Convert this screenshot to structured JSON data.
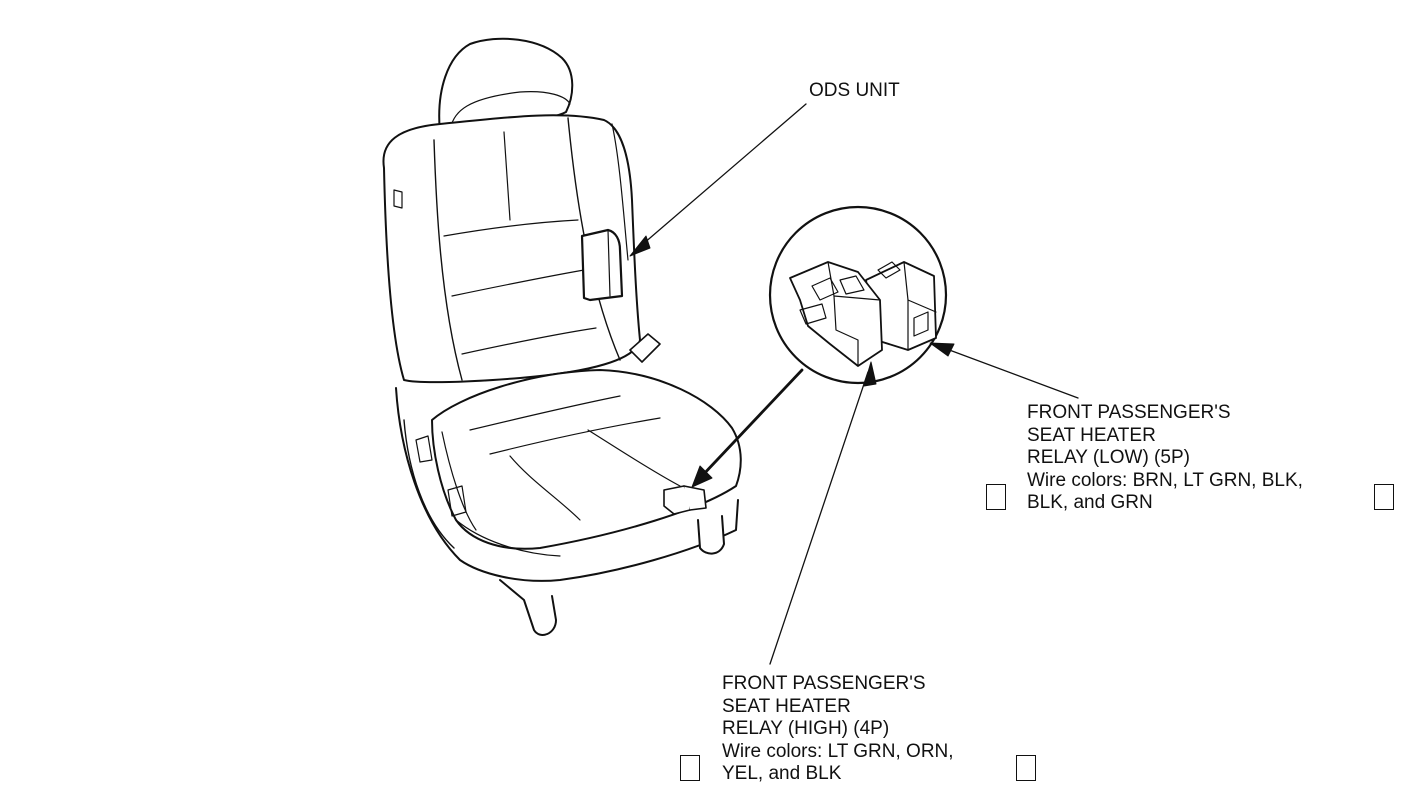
{
  "labels": {
    "ods_unit": "ODS UNIT",
    "relay_low": {
      "line1": "FRONT PASSENGER'S",
      "line2": "SEAT HEATER",
      "line3": "RELAY (LOW) (5P)",
      "line4": "Wire colors: BRN, LT GRN, BLK,",
      "line5": "BLK, and GRN"
    },
    "relay_high": {
      "line1": "FRONT PASSENGER'S",
      "line2": "SEAT HEATER",
      "line3": "RELAY (HIGH) (4P)",
      "line4": "Wire colors: LT GRN, ORN,",
      "line5": "YEL, and BLK"
    }
  },
  "colors": {
    "line": "#111111",
    "background": "#ffffff"
  }
}
